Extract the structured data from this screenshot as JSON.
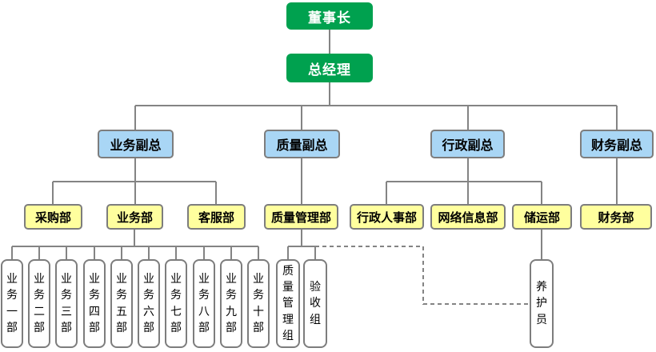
{
  "diagram_type": "organizational-chart",
  "colors": {
    "executive_fill": "#00A14F",
    "executive_text": "#FFFFFF",
    "vp_fill": "#A9D6F5",
    "dept_fill": "#FFFF9E",
    "team_fill": "#FFFFFF",
    "box_border": "#7D7D7D",
    "connector_line": "#848484",
    "text": "#000000"
  },
  "nodes": [
    {
      "id": "chairman",
      "label": "董事长",
      "type": "exec"
    },
    {
      "id": "general-manager",
      "label": "总经理",
      "type": "exec"
    },
    {
      "id": "vp-business",
      "label": "业务副总",
      "type": "vp"
    },
    {
      "id": "vp-quality",
      "label": "质量副总",
      "type": "vp"
    },
    {
      "id": "vp-admin",
      "label": "行政副总",
      "type": "vp"
    },
    {
      "id": "vp-finance",
      "label": "财务副总",
      "type": "vp"
    },
    {
      "id": "dept-purchasing",
      "label": "采购部",
      "type": "dept"
    },
    {
      "id": "dept-business",
      "label": "业务部",
      "type": "dept"
    },
    {
      "id": "dept-customer-service",
      "label": "客服部",
      "type": "dept"
    },
    {
      "id": "dept-quality-mgmt",
      "label": "质量管理部",
      "type": "dept"
    },
    {
      "id": "dept-admin-hr",
      "label": "行政人事部",
      "type": "dept"
    },
    {
      "id": "dept-network-info",
      "label": "网络信息部",
      "type": "dept"
    },
    {
      "id": "dept-storage-transport",
      "label": "储运部",
      "type": "dept"
    },
    {
      "id": "dept-finance",
      "label": "财务部",
      "type": "dept"
    },
    {
      "id": "team-business-1",
      "label": "业务一部",
      "type": "team"
    },
    {
      "id": "team-business-2",
      "label": "业务二部",
      "type": "team"
    },
    {
      "id": "team-business-3",
      "label": "业务三部",
      "type": "team"
    },
    {
      "id": "team-business-4",
      "label": "业务四部",
      "type": "team"
    },
    {
      "id": "team-business-5",
      "label": "业务五部",
      "type": "team"
    },
    {
      "id": "team-business-6",
      "label": "业务六部",
      "type": "team"
    },
    {
      "id": "team-business-7",
      "label": "业务七部",
      "type": "team"
    },
    {
      "id": "team-business-8",
      "label": "业务八部",
      "type": "team"
    },
    {
      "id": "team-business-9",
      "label": "业务九部",
      "type": "team"
    },
    {
      "id": "team-business-10",
      "label": "业务十部",
      "type": "team"
    },
    {
      "id": "team-quality-mgmt-group",
      "label": "质量管理组",
      "type": "team"
    },
    {
      "id": "team-acceptance-group",
      "label": "验收组",
      "type": "team"
    },
    {
      "id": "team-maintenance-staff",
      "label": "养护员",
      "type": "team"
    }
  ],
  "edges": [
    {
      "from": "chairman",
      "to": "general-manager",
      "style": "solid"
    },
    {
      "from": "general-manager",
      "to": "vp-business",
      "style": "solid"
    },
    {
      "from": "general-manager",
      "to": "vp-quality",
      "style": "solid"
    },
    {
      "from": "general-manager",
      "to": "vp-admin",
      "style": "solid"
    },
    {
      "from": "general-manager",
      "to": "vp-finance",
      "style": "solid"
    },
    {
      "from": "vp-business",
      "to": "dept-purchasing",
      "style": "solid"
    },
    {
      "from": "vp-business",
      "to": "dept-business",
      "style": "solid"
    },
    {
      "from": "vp-business",
      "to": "dept-customer-service",
      "style": "solid"
    },
    {
      "from": "vp-quality",
      "to": "dept-quality-mgmt",
      "style": "solid"
    },
    {
      "from": "vp-admin",
      "to": "dept-admin-hr",
      "style": "solid"
    },
    {
      "from": "vp-admin",
      "to": "dept-network-info",
      "style": "solid"
    },
    {
      "from": "vp-admin",
      "to": "dept-storage-transport",
      "style": "solid"
    },
    {
      "from": "vp-finance",
      "to": "dept-finance",
      "style": "solid"
    },
    {
      "from": "dept-business",
      "to": "team-business-1",
      "style": "solid"
    },
    {
      "from": "dept-business",
      "to": "team-business-2",
      "style": "solid"
    },
    {
      "from": "dept-business",
      "to": "team-business-3",
      "style": "solid"
    },
    {
      "from": "dept-business",
      "to": "team-business-4",
      "style": "solid"
    },
    {
      "from": "dept-business",
      "to": "team-business-5",
      "style": "solid"
    },
    {
      "from": "dept-business",
      "to": "team-business-6",
      "style": "solid"
    },
    {
      "from": "dept-business",
      "to": "team-business-7",
      "style": "solid"
    },
    {
      "from": "dept-business",
      "to": "team-business-8",
      "style": "solid"
    },
    {
      "from": "dept-business",
      "to": "team-business-9",
      "style": "solid"
    },
    {
      "from": "dept-business",
      "to": "team-business-10",
      "style": "solid"
    },
    {
      "from": "dept-quality-mgmt",
      "to": "team-quality-mgmt-group",
      "style": "solid"
    },
    {
      "from": "dept-quality-mgmt",
      "to": "team-acceptance-group",
      "style": "solid"
    },
    {
      "from": "dept-storage-transport",
      "to": "team-maintenance-staff",
      "style": "solid"
    },
    {
      "from": "dept-quality-mgmt",
      "to": "team-maintenance-staff",
      "style": "dashed"
    }
  ]
}
